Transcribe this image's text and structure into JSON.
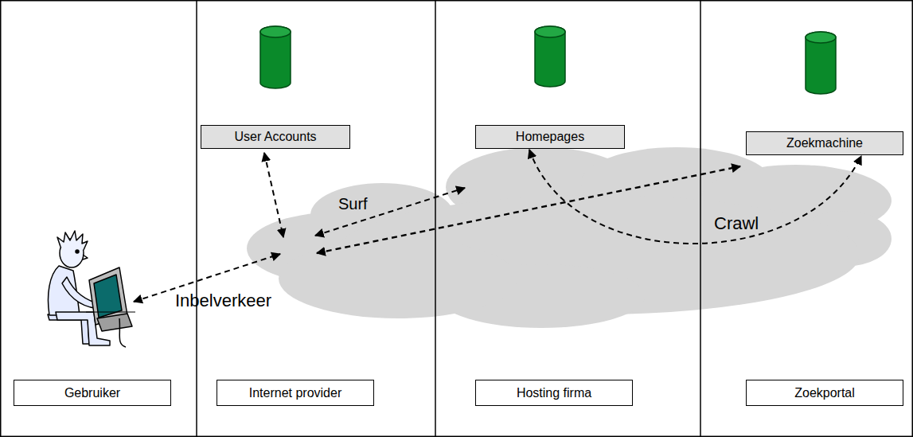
{
  "diagram": {
    "nodes": [
      {
        "text": [
          "User Accounts"
        ]
      },
      {
        "text": [
          "Homepages"
        ]
      },
      {
        "text": [
          "Zoekmachine"
        ]
      },
      {
        "text": [
          "Gebruiker"
        ]
      },
      {
        "text": [
          "Internet provider"
        ]
      },
      {
        "text": [
          "Hosting firma"
        ]
      },
      {
        "text": [
          "Zoekportal"
        ]
      }
    ],
    "edges": [
      {
        "from": 1,
        "to": 2,
        "label": "Crawl",
        "arrow": "both"
      }
    ],
    "labels": [
      "Surf",
      "Inbelverkeer"
    ]
  }
}
